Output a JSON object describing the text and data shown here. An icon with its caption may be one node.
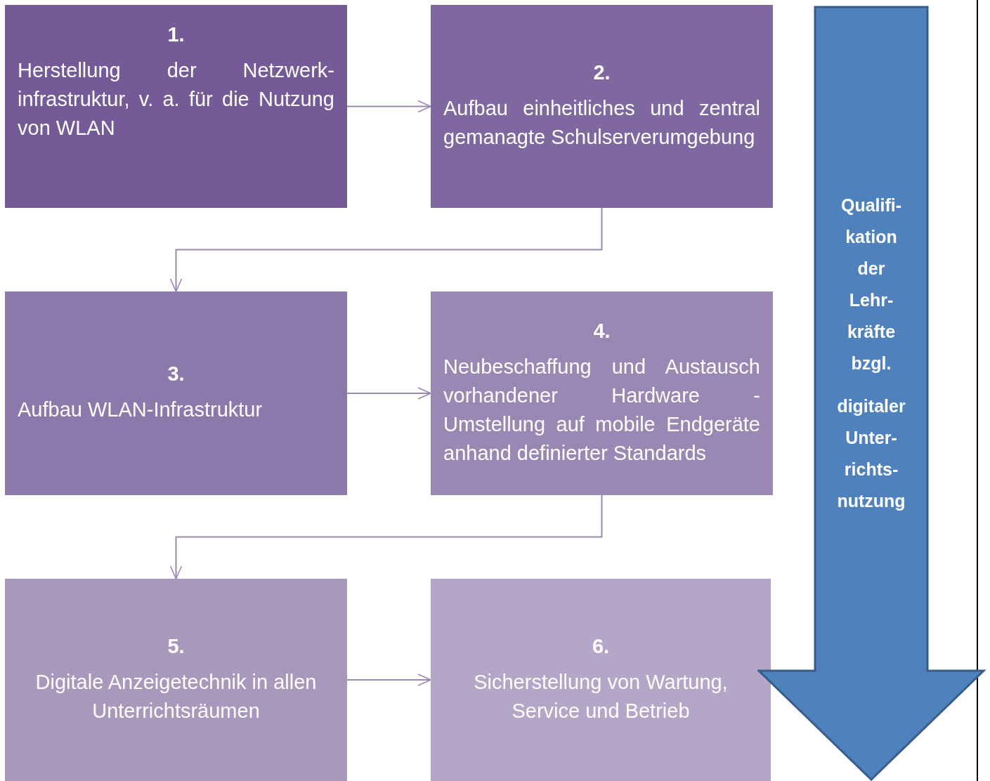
{
  "diagram": {
    "nodes": [
      {
        "text": [
          "1.",
          "Herstellung der Netzwerk-infrastruktur, v. a. für die Nutzung von WLAN"
        ]
      },
      {
        "text": [
          "2.",
          "Aufbau einheitliches und zentral gemanagte Schulserverumgebung"
        ]
      },
      {
        "text": [
          "3.",
          "Aufbau WLAN-Infrastruktur"
        ]
      },
      {
        "text": [
          "4.",
          "Neubeschaffung und Austausch vorhandener Hardware - Umstellung auf mobile Endgeräte anhand definierter Standards"
        ]
      },
      {
        "text": [
          "5.",
          "Digitale Anzeigetechnik in allen Unterrichtsräumen"
        ]
      },
      {
        "text": [
          "6.",
          "Sicherstellung von Wartung, Service und Betrieb"
        ]
      },
      {
        "text": [
          "Qualifi- kation der Lehr- kräfte bzgl.",
          "digitaler Unter- richts- nutzung"
        ]
      }
    ],
    "edges": [
      {
        "from": 0,
        "to": 1,
        "arrow": "to"
      },
      {
        "from": 1,
        "to": 2,
        "arrow": "to"
      },
      {
        "from": 2,
        "to": 3,
        "arrow": "to"
      },
      {
        "from": 3,
        "to": 4,
        "arrow": "to"
      },
      {
        "from": 4,
        "to": 5,
        "arrow": "to"
      }
    ]
  }
}
